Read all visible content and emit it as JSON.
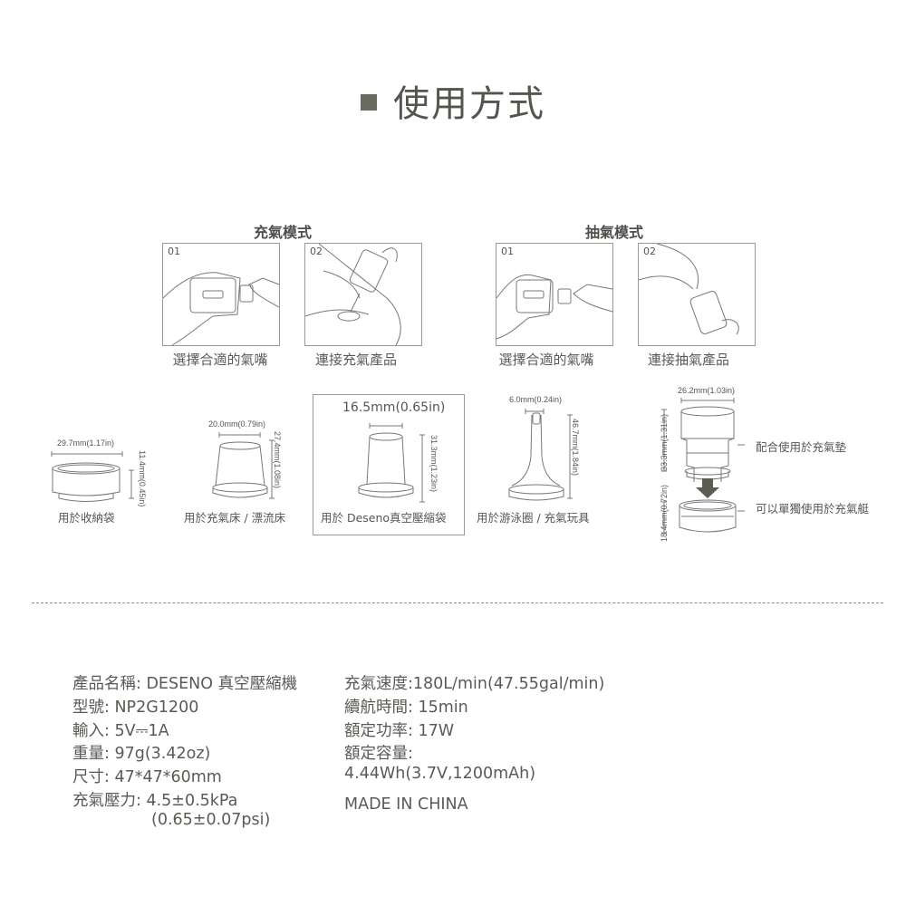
{
  "title": "使用方式",
  "inflate": {
    "heading": "充氣模式",
    "steps": [
      {
        "num": "01",
        "label": "選擇合適的氣嘴"
      },
      {
        "num": "02",
        "label": "連接充氣產品"
      }
    ]
  },
  "deflate": {
    "heading": "抽氣模式",
    "steps": [
      {
        "num": "01",
        "label": "選擇合適的氣嘴"
      },
      {
        "num": "02",
        "label": "連接抽氣產品"
      }
    ]
  },
  "nozzles": [
    {
      "width": "29.7mm(1.17in)",
      "height": "11.4mm(0.45in)",
      "caption": "用於收納袋"
    },
    {
      "width": "20.0mm(0.79in)",
      "height": "27.4mm(1.08in)",
      "caption": "用於充氣床 / 漂流床"
    },
    {
      "width": "16.5mm(0.65in)",
      "height": "31.3mm(1.23in)",
      "caption": "用於 Deseno真空壓縮袋"
    },
    {
      "width": "6.0mm(0.24in)",
      "height": "46.7mm(1.84in)",
      "caption": "用於游泳圈 / 充氣玩具"
    },
    {
      "width": "26.2mm(1.03in)",
      "height_top": "33.3mm(1.31in)",
      "height_bottom": "18.4mm(0.72in)",
      "note_top": "配合使用於充氣墊",
      "note_bottom": "可以單獨使用於充氣艇"
    }
  ],
  "specs": {
    "left": [
      "產品名稱: DESENO 真空壓縮機",
      "型號: NP2G1200",
      "輸入: 5V⎓1A",
      "重量: 97g(3.42oz)",
      "尺寸: 47*47*60mm",
      "充氣壓力: 4.5±0.5kPa",
      "(0.65±0.07psi)"
    ],
    "right": [
      "充氣速度:180L/min(47.55gal/min)",
      "續航時間: 15min",
      "額定功率: 17W",
      "額定容量:",
      "4.44Wh(3.7V,1200mAh)",
      "MADE IN CHINA"
    ]
  }
}
